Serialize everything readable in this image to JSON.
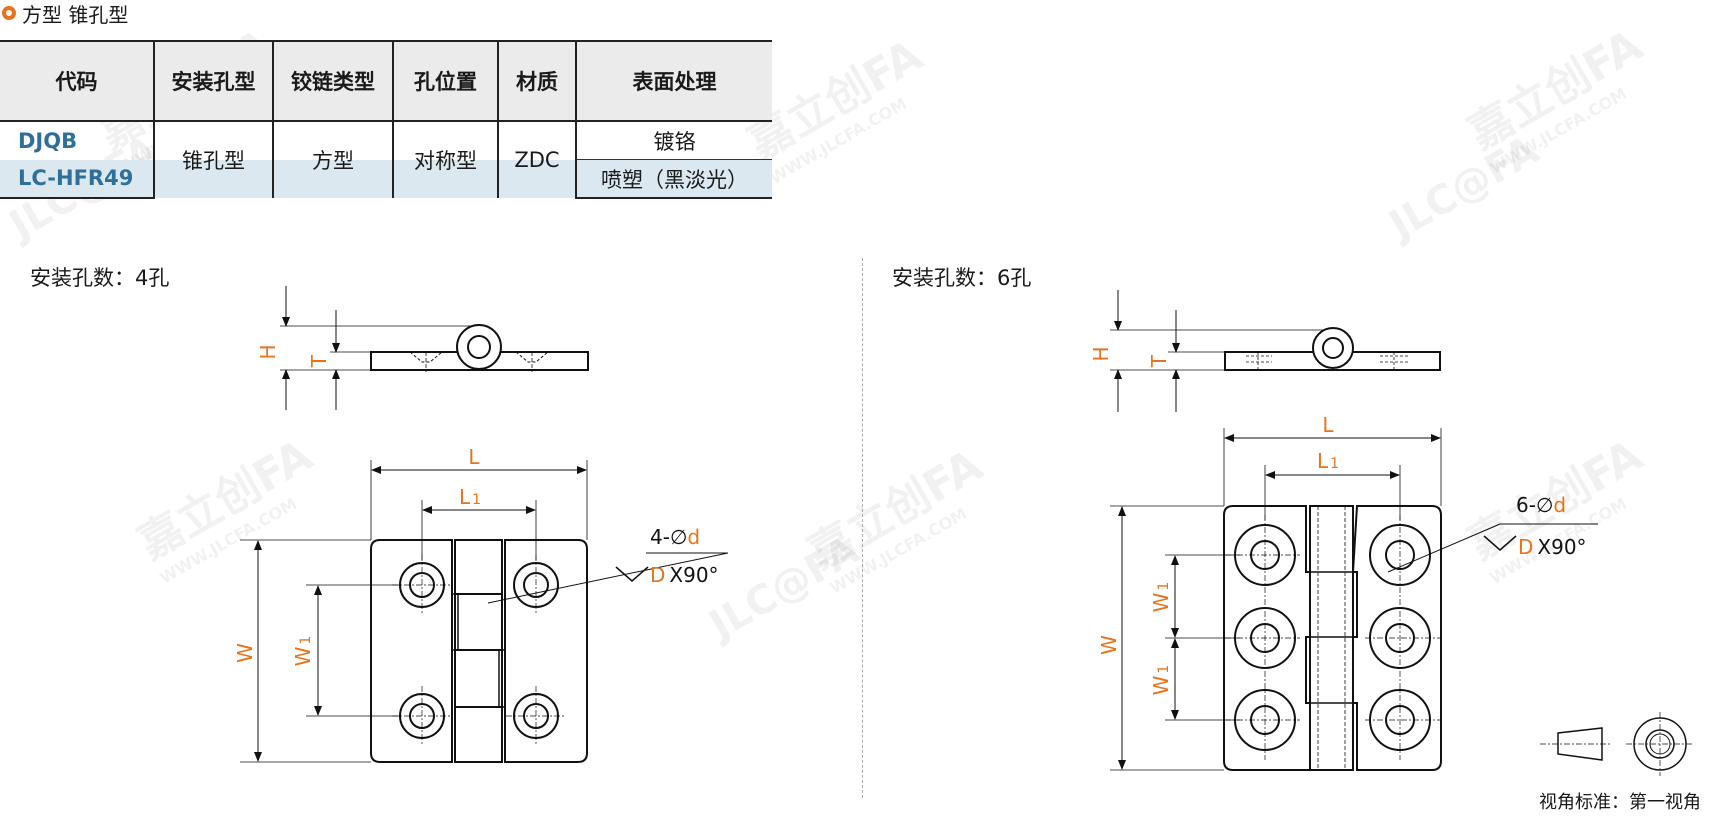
{
  "section": {
    "title": "方型 锥孔型"
  },
  "table": {
    "headers": [
      "代码",
      "安装孔型",
      "铰链类型",
      "孔位置",
      "材质",
      "表面处理"
    ],
    "codes": [
      "DJQB",
      "LC-HFR49"
    ],
    "hole_type": "锥孔型",
    "hinge_type": "方型",
    "hole_position": "对称型",
    "material": "ZDC",
    "finishes": [
      "镀铬",
      "喷塑（黑淡光）"
    ]
  },
  "left_view": {
    "caption": "安装孔数：4孔",
    "labels": {
      "H": "H",
      "T": "T",
      "L": "L",
      "L1": "L",
      "L1_sub": "1",
      "W": "W",
      "W1": "W",
      "W1_sub": "1"
    },
    "hole_prefix": "4-∅",
    "hole_d": "d",
    "csk_D": "D",
    "csk_angle": "X90°"
  },
  "right_view": {
    "caption": "安装孔数：6孔",
    "labels": {
      "H": "H",
      "T": "T",
      "L": "L",
      "L1": "L",
      "L1_sub": "1",
      "W": "W",
      "W1": "W",
      "W1_sub": "1"
    },
    "hole_prefix": "6-∅",
    "hole_d": "d",
    "csk_D": "D",
    "csk_angle": "X90°"
  },
  "footer": {
    "projection_note": "视角标准：第一视角"
  },
  "watermark": {
    "brand_cn": "嘉立创FA",
    "brand_url": "WWW.JLCFA.COM",
    "brand_logo": "JLC@FA"
  },
  "colors": {
    "accent": "#e8731a",
    "code_blue": "#2f6f9a",
    "row_tint": "#dbe8ef",
    "header_bg": "#ebebeb"
  }
}
